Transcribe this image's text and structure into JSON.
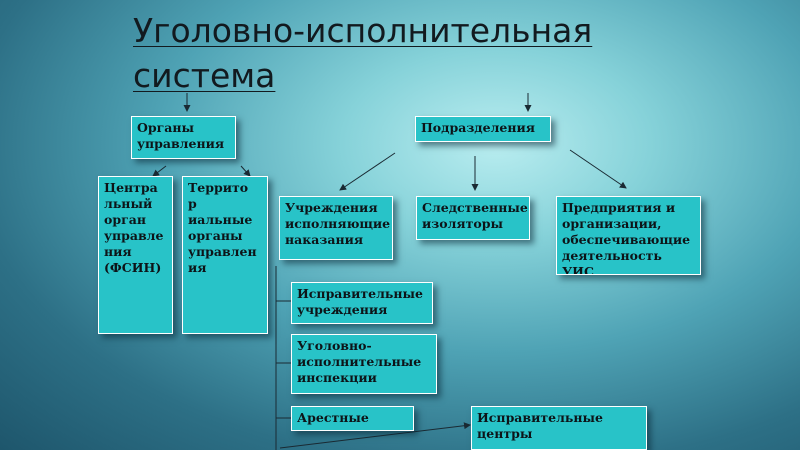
{
  "title": "Уголовно-исполнительная\nсистема",
  "boxes": {
    "organy": "Органы\nуправления",
    "podrazdeleniya": "Подразделения",
    "central": "Центра\nльный\nорган\nуправле\nния\n(ФСИН)",
    "territorial": "Террито\nр\nиальные\nорганы\nуправлен\nия",
    "uchrezhdeniya": "Учреждения\nисполняющие\nнаказания",
    "sledstvennye": "Следственные\nизоляторы",
    "predpriyatiya": "Предприятия и\nорганизации,\nобеспечивающие\nдеятельность УИС",
    "ispravitelnye_uchr": "Исправительные\nучреждения",
    "inspektsii": "Уголовно-\nисполнительные\nинспекции",
    "arestnye": "Арестные дома",
    "ispravitelnye_tsentry": "Исправительные\nцентры"
  }
}
